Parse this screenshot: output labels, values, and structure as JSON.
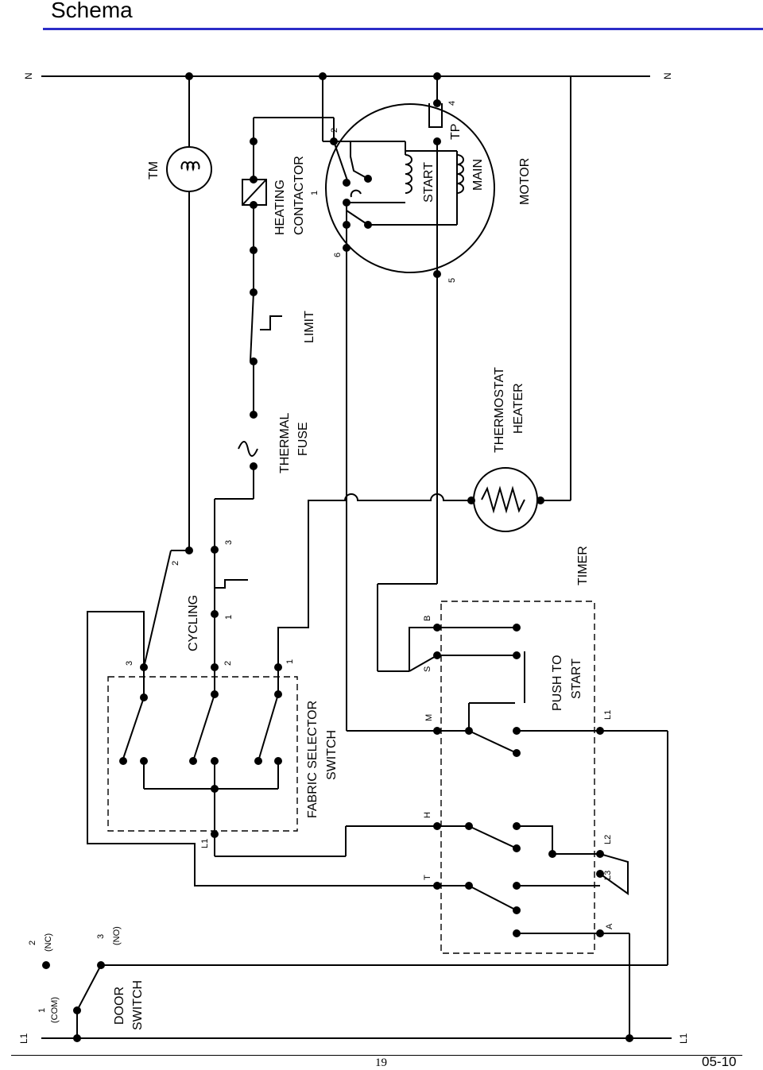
{
  "header": {
    "title": "Schema",
    "rule_color": "#2b2dc7"
  },
  "footer": {
    "page_number": "19",
    "doc_code": "05-10"
  },
  "diagram": {
    "rails": {
      "neutral_left": "N",
      "neutral_right": "N",
      "line_left": "L1",
      "line_right": "L1"
    },
    "components": {
      "tm": "TM",
      "heating_contactor": [
        "HEATING",
        "CONTACTOR"
      ],
      "limit": "LIMIT",
      "thermal_fuse": [
        "THERMAL",
        "FUSE"
      ],
      "motor": "MOTOR",
      "start_winding": "START",
      "main_winding": "MAIN",
      "tp": "TP",
      "thermostat_heater": [
        "THERMOSTAT",
        "HEATER"
      ],
      "timer": "TIMER",
      "push_to_start": [
        "PUSH TO",
        "START"
      ],
      "cycling": "CYCLING",
      "fabric_selector": [
        "FABRIC SELECTOR",
        "SWITCH"
      ],
      "door_switch": [
        "DOOR",
        "SWITCH"
      ]
    },
    "terminals": {
      "contactor": [
        "1",
        "2",
        "6",
        "4",
        "5"
      ],
      "cycling": [
        "1",
        "2",
        "3"
      ],
      "fabric": [
        "1",
        "2",
        "3",
        "L1"
      ],
      "timer": [
        "B",
        "S",
        "M",
        "H",
        "T",
        "L1",
        "L2",
        "L3",
        "A"
      ],
      "door": {
        "com_num": "1",
        "com": "(COM)",
        "nc_num": "2",
        "nc": "(NC)",
        "no_num": "3",
        "no": "(NO)"
      }
    }
  }
}
